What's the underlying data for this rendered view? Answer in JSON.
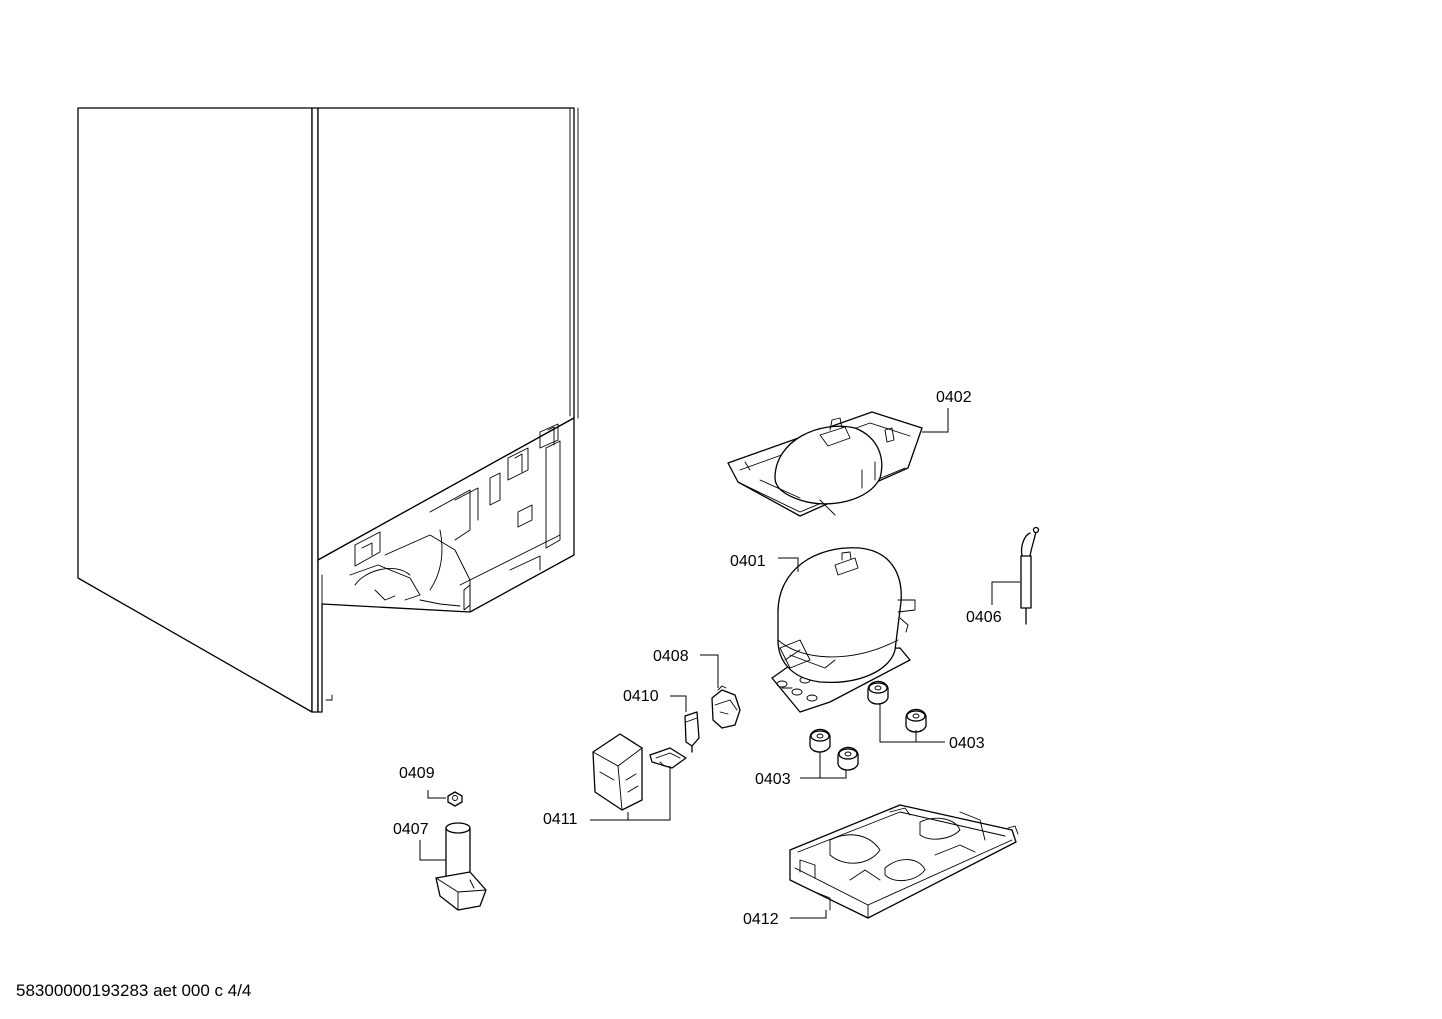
{
  "labels": {
    "c0401": "0401",
    "c0402": "0402",
    "c0403a": "0403",
    "c0403b": "0403",
    "c0406": "0406",
    "c0407": "0407",
    "c0408": "0408",
    "c0409": "0409",
    "c0410": "0410",
    "c0411": "0411",
    "c0412": "0412"
  },
  "footer": {
    "text": "58300000193283 aet 000 c 4/4"
  }
}
